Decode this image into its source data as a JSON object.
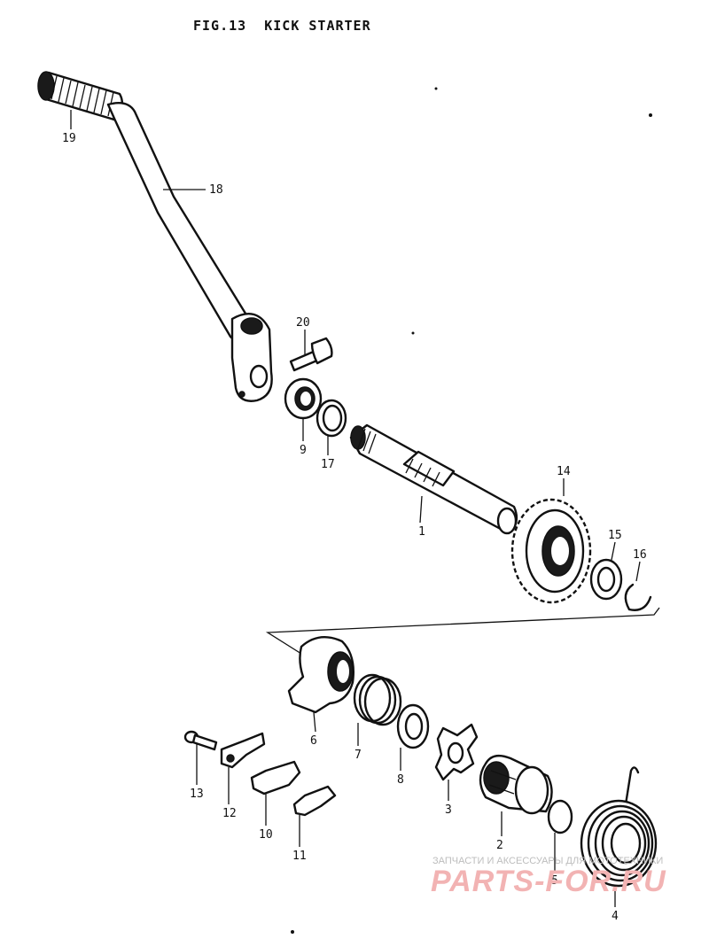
{
  "figure": {
    "title": "FIG.13  KICK STARTER"
  },
  "labels": [
    {
      "key": "1",
      "text": "1"
    },
    {
      "key": "2",
      "text": "2"
    },
    {
      "key": "3",
      "text": "3"
    },
    {
      "key": "4",
      "text": "4"
    },
    {
      "key": "5",
      "text": "5"
    },
    {
      "key": "6",
      "text": "6"
    },
    {
      "key": "7",
      "text": "7"
    },
    {
      "key": "8",
      "text": "8"
    },
    {
      "key": "9",
      "text": "9"
    },
    {
      "key": "10",
      "text": "10"
    },
    {
      "key": "11",
      "text": "11"
    },
    {
      "key": "12",
      "text": "12"
    },
    {
      "key": "13",
      "text": "13"
    },
    {
      "key": "14",
      "text": "14"
    },
    {
      "key": "15",
      "text": "15"
    },
    {
      "key": "16",
      "text": "16"
    },
    {
      "key": "17",
      "text": "17"
    },
    {
      "key": "18",
      "text": "18"
    },
    {
      "key": "19",
      "text": "19"
    },
    {
      "key": "20",
      "text": "20"
    }
  ],
  "watermark": {
    "caption": "ЗАПЧАСТИ И АКСЕССУАРЫ ДЛЯ МОТОТЕХНИКИ",
    "logo": "PARTS-FOR.RU"
  }
}
